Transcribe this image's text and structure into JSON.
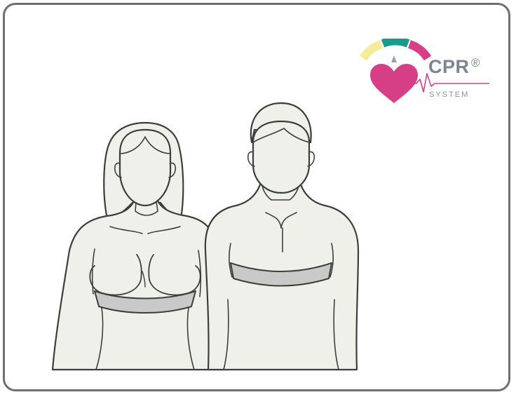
{
  "logo": {
    "wordmark": "CPR",
    "registered": "®",
    "subtitle": "SYSTEM",
    "gauge_colors": [
      "#f4ec9a",
      "#1a9a8a",
      "#d63f86"
    ],
    "heart_color": "#d63f86"
  },
  "figures": [
    "woman-figure",
    "man-figure"
  ],
  "colors": {
    "skin_fill": "#f0f0ea",
    "outline": "#3b3f3c",
    "strap": "#c9c9c9",
    "frame": "#6f6f6f"
  }
}
